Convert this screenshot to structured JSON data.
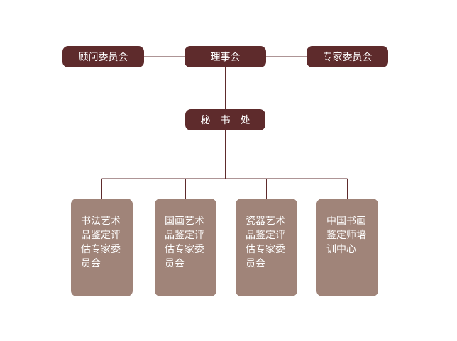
{
  "top_row": {
    "advisory": "顾问委员会",
    "board": "理事会",
    "experts": "专家委员会"
  },
  "secretariat": "秘书处",
  "departments": [
    "书法艺术品鉴定评估专家委员会",
    "国画艺术品鉴定评估专家委员会",
    "瓷器艺术品鉴定评估专家委员会",
    "中国书画鉴定师培训中心"
  ],
  "colors": {
    "dark_box": "#5e2b2c",
    "light_box": "#a08479",
    "connector": "#5e2b2c",
    "text": "#ffffff"
  }
}
